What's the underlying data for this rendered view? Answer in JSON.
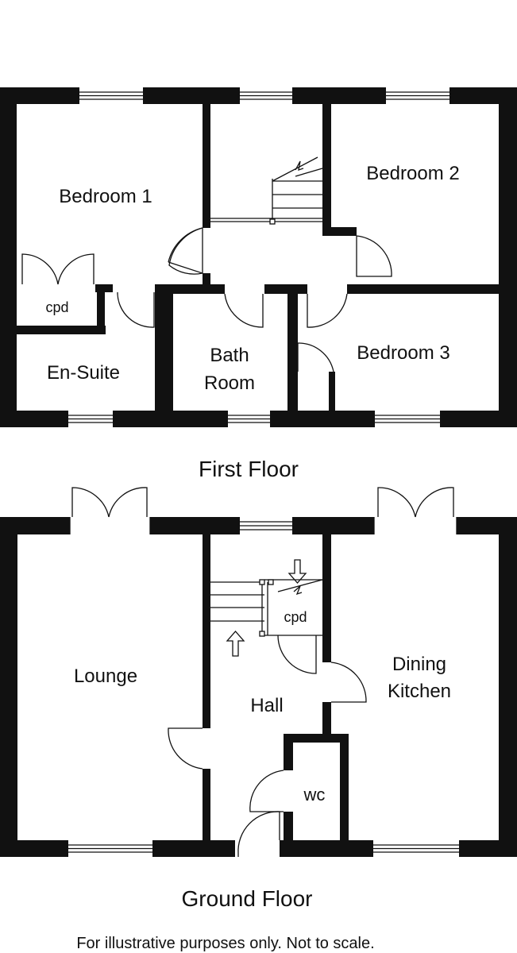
{
  "first_floor": {
    "title": "First Floor",
    "rooms": {
      "bedroom1": "Bedroom 1",
      "bedroom2": "Bedroom 2",
      "bedroom3": "Bedroom 3",
      "cpd": "cpd",
      "ensuite": "En-Suite",
      "bath_line1": "Bath",
      "bath_line2": "Room"
    }
  },
  "ground_floor": {
    "title": "Ground Floor",
    "rooms": {
      "lounge": "Lounge",
      "hall": "Hall",
      "cpd": "cpd",
      "dining_line1": "Dining",
      "dining_line2": "Kitchen",
      "wc": "wc"
    }
  },
  "disclaimer": "For illustrative purposes only. Not to scale."
}
